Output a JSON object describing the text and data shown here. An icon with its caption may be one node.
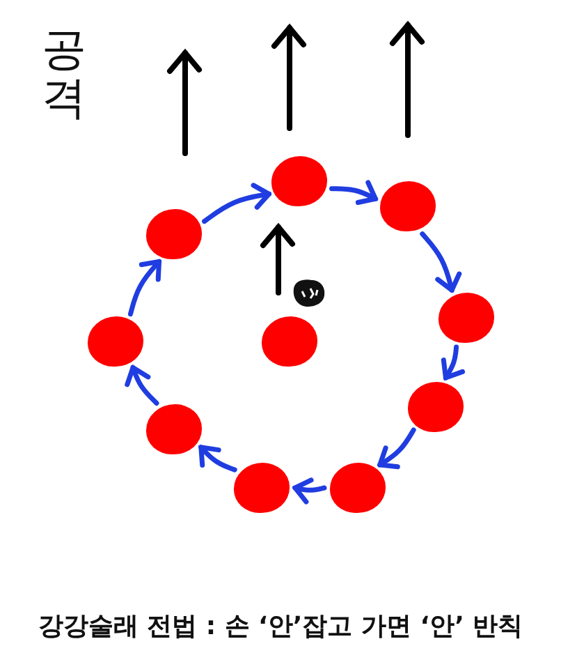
{
  "diagram": {
    "caption": "강강술래 전법 : 손 ‘안’잡고 가면 ‘안’ 반칙",
    "nodes": [
      {
        "text": [],
        "shape": "circle"
      },
      {
        "text": [],
        "shape": "circle"
      },
      {
        "text": [],
        "shape": "circle"
      },
      {
        "text": [],
        "shape": "circle"
      },
      {
        "text": [],
        "shape": "circle"
      },
      {
        "text": [],
        "shape": "circle"
      },
      {
        "text": [],
        "shape": "circle"
      },
      {
        "text": [],
        "shape": "circle"
      },
      {
        "text": [],
        "shape": "circle"
      },
      {
        "text": [],
        "shape": "circle"
      }
    ],
    "edges": [
      {
        "from": 2,
        "to": 0,
        "arrow": "to"
      },
      {
        "from": 0,
        "to": 1,
        "arrow": "to"
      },
      {
        "from": 1,
        "to": 3,
        "arrow": "to"
      },
      {
        "from": 3,
        "to": 6,
        "arrow": "to"
      },
      {
        "from": 6,
        "to": 9,
        "arrow": "to"
      },
      {
        "from": 9,
        "to": 8,
        "arrow": "to"
      },
      {
        "from": 8,
        "to": 7,
        "arrow": "to"
      },
      {
        "from": 7,
        "to": 4,
        "arrow": "to"
      },
      {
        "from": 4,
        "to": 2,
        "arrow": "to"
      }
    ],
    "labels": [
      "공격"
    ]
  }
}
